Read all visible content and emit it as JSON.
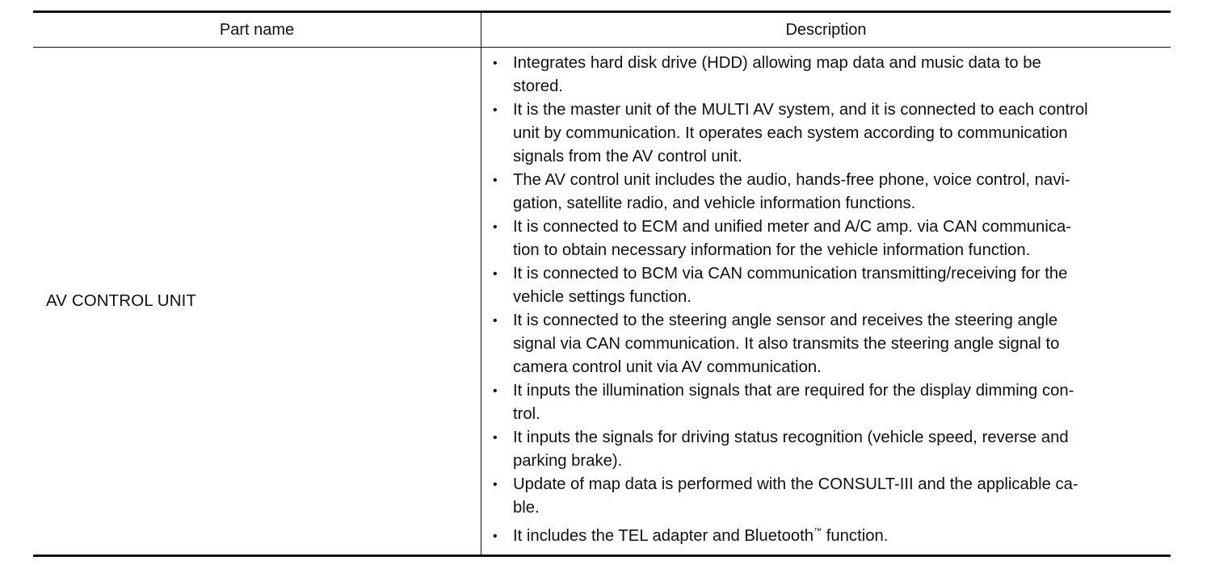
{
  "table": {
    "headers": {
      "part_name": "Part name",
      "description": "Description"
    },
    "row": {
      "part_name": "AV CONTROL UNIT",
      "description_items": [
        {
          "lines": [
            "Integrates hard disk drive (HDD) allowing map data and music data to be",
            "stored."
          ]
        },
        {
          "lines": [
            "It is the master unit of the MULTI AV system, and it is connected to each control",
            "unit by communication. It operates each system according to communication",
            "signals from the AV control unit."
          ]
        },
        {
          "lines": [
            "The AV control unit includes the audio, hands-free phone, voice control, navi-",
            "gation, satellite radio, and vehicle information functions."
          ]
        },
        {
          "lines": [
            "It is connected to ECM and unified meter and A/C amp. via CAN communica-",
            "tion to obtain necessary information for the vehicle information function."
          ]
        },
        {
          "lines": [
            "It is connected to BCM via CAN communication transmitting/receiving for the",
            "vehicle settings function."
          ]
        },
        {
          "lines": [
            "It is connected to the steering angle sensor and receives the steering angle",
            "signal via CAN communication. It also transmits the steering angle signal to",
            "camera control unit via AV communication."
          ]
        },
        {
          "lines": [
            "It inputs the illumination signals that are required for the display dimming con-",
            "trol."
          ]
        },
        {
          "lines": [
            "It inputs the signals for driving status recognition (vehicle speed, reverse and",
            "parking brake)."
          ]
        },
        {
          "lines": [
            "Update of map data is performed with the CONSULT-III and the applicable ca-",
            "ble."
          ]
        }
      ],
      "last_item": {
        "before": "It includes the TEL adapter and Bluetooth",
        "trademark": "™",
        "after": " function."
      }
    },
    "bullet_glyph": "•"
  }
}
